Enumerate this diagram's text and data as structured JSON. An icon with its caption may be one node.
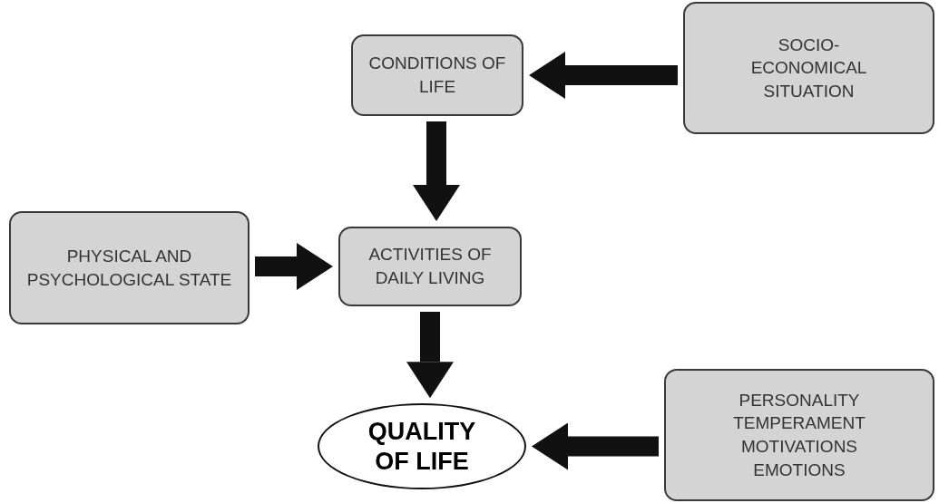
{
  "diagram": {
    "nodes": [
      {
        "text": [
          "CONDITIONS OF LIFE"
        ]
      },
      {
        "text": [
          "SOCIO- ECONOMICAL SITUATION"
        ]
      },
      {
        "text": [
          "PHYSICAL AND PSYCHOLOGICAL STATE"
        ]
      },
      {
        "text": [
          "ACTIVITIES OF DAILY LIVING"
        ]
      },
      {
        "text": [
          "QUALITY OF LIFE"
        ]
      },
      {
        "text": [
          "PERSONALITY TEMPERAMENT MOTIVATIONS EMOTIONS"
        ]
      }
    ],
    "edges": [
      {
        "from": 1,
        "to": 0,
        "arrow": "to"
      },
      {
        "from": 0,
        "to": 3,
        "arrow": "to"
      },
      {
        "from": 2,
        "to": 3,
        "arrow": "to"
      },
      {
        "from": 3,
        "to": 4,
        "arrow": "to"
      },
      {
        "from": 5,
        "to": 4,
        "arrow": "to"
      }
    ]
  }
}
